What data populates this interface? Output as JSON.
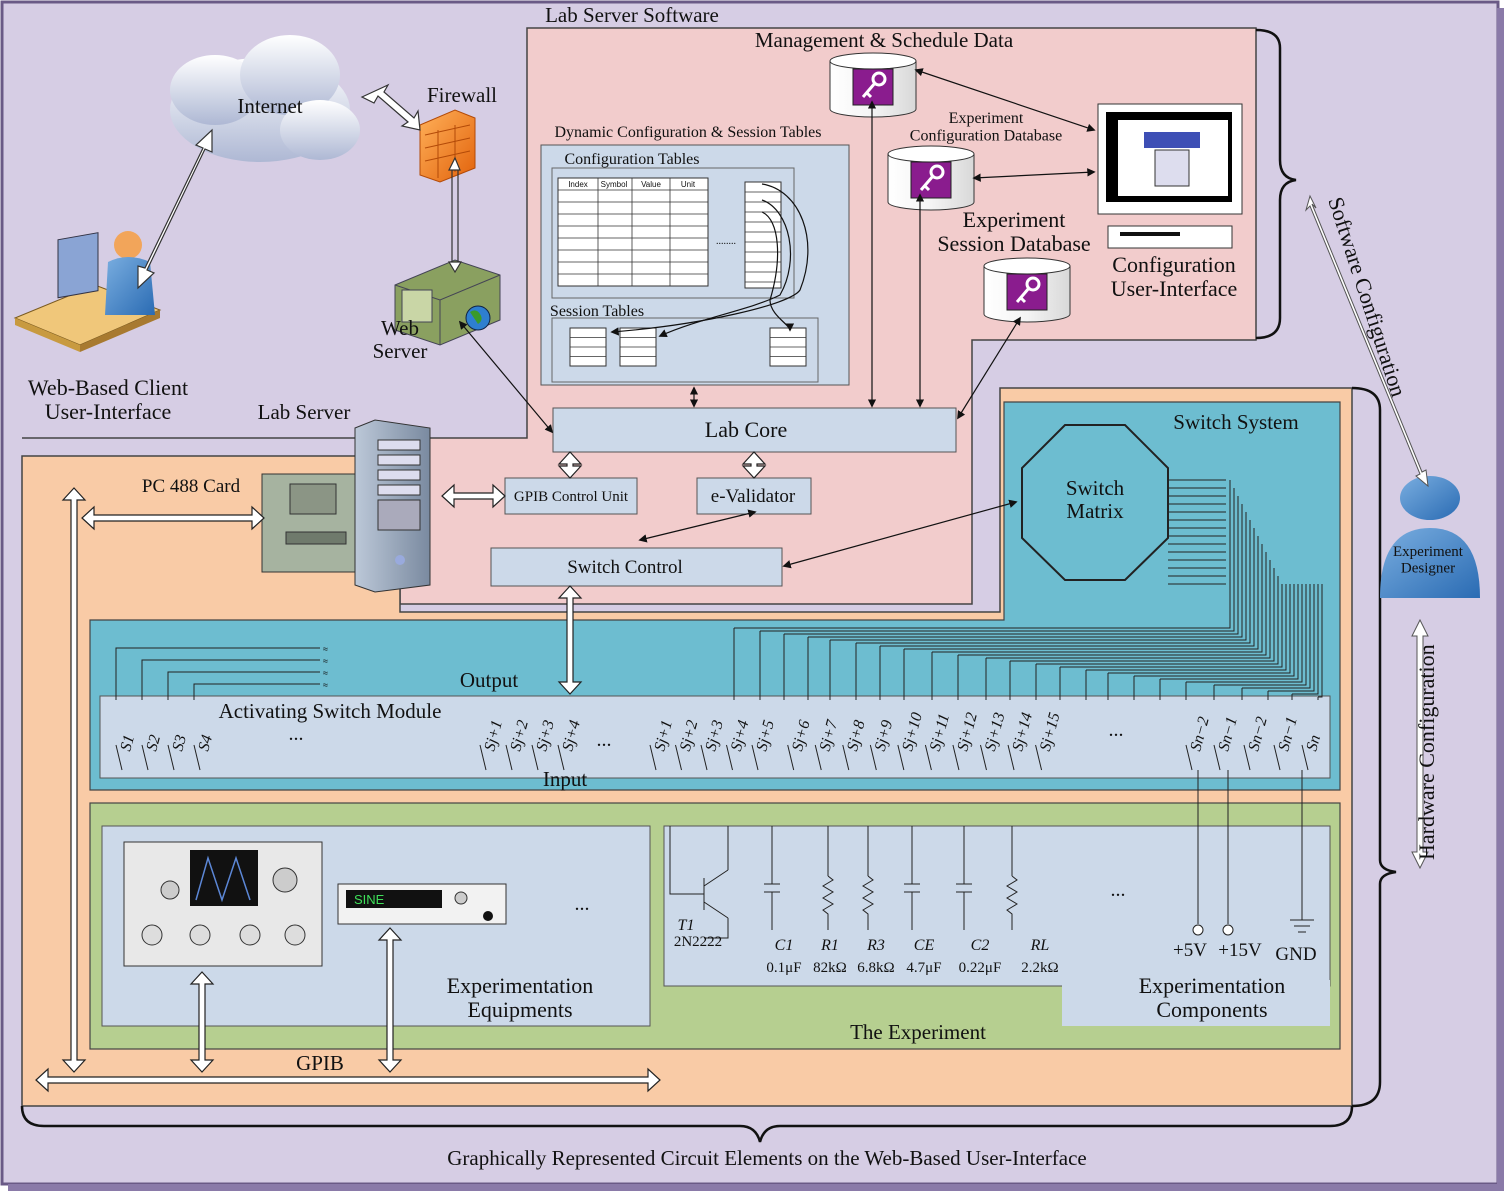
{
  "titles": {
    "lab_server_software": "Lab Server Software",
    "management_schedule": "Management & Schedule Data",
    "firewall": "Firewall",
    "internet": "Internet",
    "web_server": "Web\nServer",
    "web_client": "Web-Based Client\nUser-Interface",
    "lab_server": "Lab Server",
    "dynamic_config": "Dynamic Configuration & Session Tables",
    "configuration_tables": "Configuration Tables",
    "session_tables": "Session Tables",
    "experiment_config_db": "Experiment\nConfiguration Database",
    "experiment_session_db": "Experiment\nSession Database",
    "configuration_ui": "Configuration\nUser-Interface",
    "software_configuration": "Software Configuration",
    "hardware_configuration": "Hardware Configuration",
    "experiment_designer": "Experiment\nDesigner",
    "lab_core": "Lab Core",
    "pc_488_card": "PC 488 Card",
    "gpib_control_unit": "GPIB Control Unit",
    "e_validator": "e-Validator",
    "switch_control": "Switch Control",
    "switch_system": "Switch System",
    "switch_matrix": "Switch\nMatrix",
    "output": "Output",
    "input": "Input",
    "activating_switch_module": "Activating Switch Module",
    "experimentation_equipments": "Experimentation\nEquipments",
    "the_experiment": "The Experiment",
    "experimentation_components": "Experimentation\nComponents",
    "gpib": "GPIB",
    "bottom_caption": "Graphically Represented Circuit Elements on the Web-Based User-Interface",
    "ellipsis": "..."
  },
  "config_table_headers": [
    "Index",
    "Symbol",
    "Value",
    "Unit"
  ],
  "table_ellipsis": "........",
  "switch_labels_left": [
    "S1",
    "S2",
    "S3",
    "S4"
  ],
  "switch_labels_mid": [
    "Sj+1",
    "Sj+2",
    "Sj+3",
    "Sj+4"
  ],
  "switch_labels_right": [
    "Sj+1",
    "Sj+2",
    "Sj+3",
    "Sj+4",
    "Sj+5",
    "Sj+6",
    "Sj+7",
    "Sj+8",
    "Sj+9",
    "Sj+10",
    "Sj+11",
    "Sj+12",
    "Sj+13",
    "Sj+14",
    "Sj+15"
  ],
  "switch_labels_end": [
    "Sn−2",
    "Sn−1",
    "Sn−2",
    "Sn−1",
    "Sn"
  ],
  "components": [
    {
      "name": "T1",
      "value": "2N2222"
    },
    {
      "name": "C1",
      "value": "0.1μF"
    },
    {
      "name": "R1",
      "value": "82kΩ"
    },
    {
      "name": "R3",
      "value": "6.8kΩ"
    },
    {
      "name": "CE",
      "value": "4.7μF"
    },
    {
      "name": "C2",
      "value": "0.22μF"
    },
    {
      "name": "RL",
      "value": "2.2kΩ"
    }
  ],
  "power": [
    "+5V",
    "+15V",
    "GND"
  ],
  "function_generator_display": "SINE",
  "colors": {
    "outer_bg": "#d6cde4",
    "software_bg": "#f2cccc",
    "hardware_bg": "#f9cba6",
    "switch_system_bg": "#6dbdd0",
    "experiment_bg": "#b6cf90",
    "panel_bg": "#ccd9e9",
    "db_key": "#8a1c8e"
  }
}
